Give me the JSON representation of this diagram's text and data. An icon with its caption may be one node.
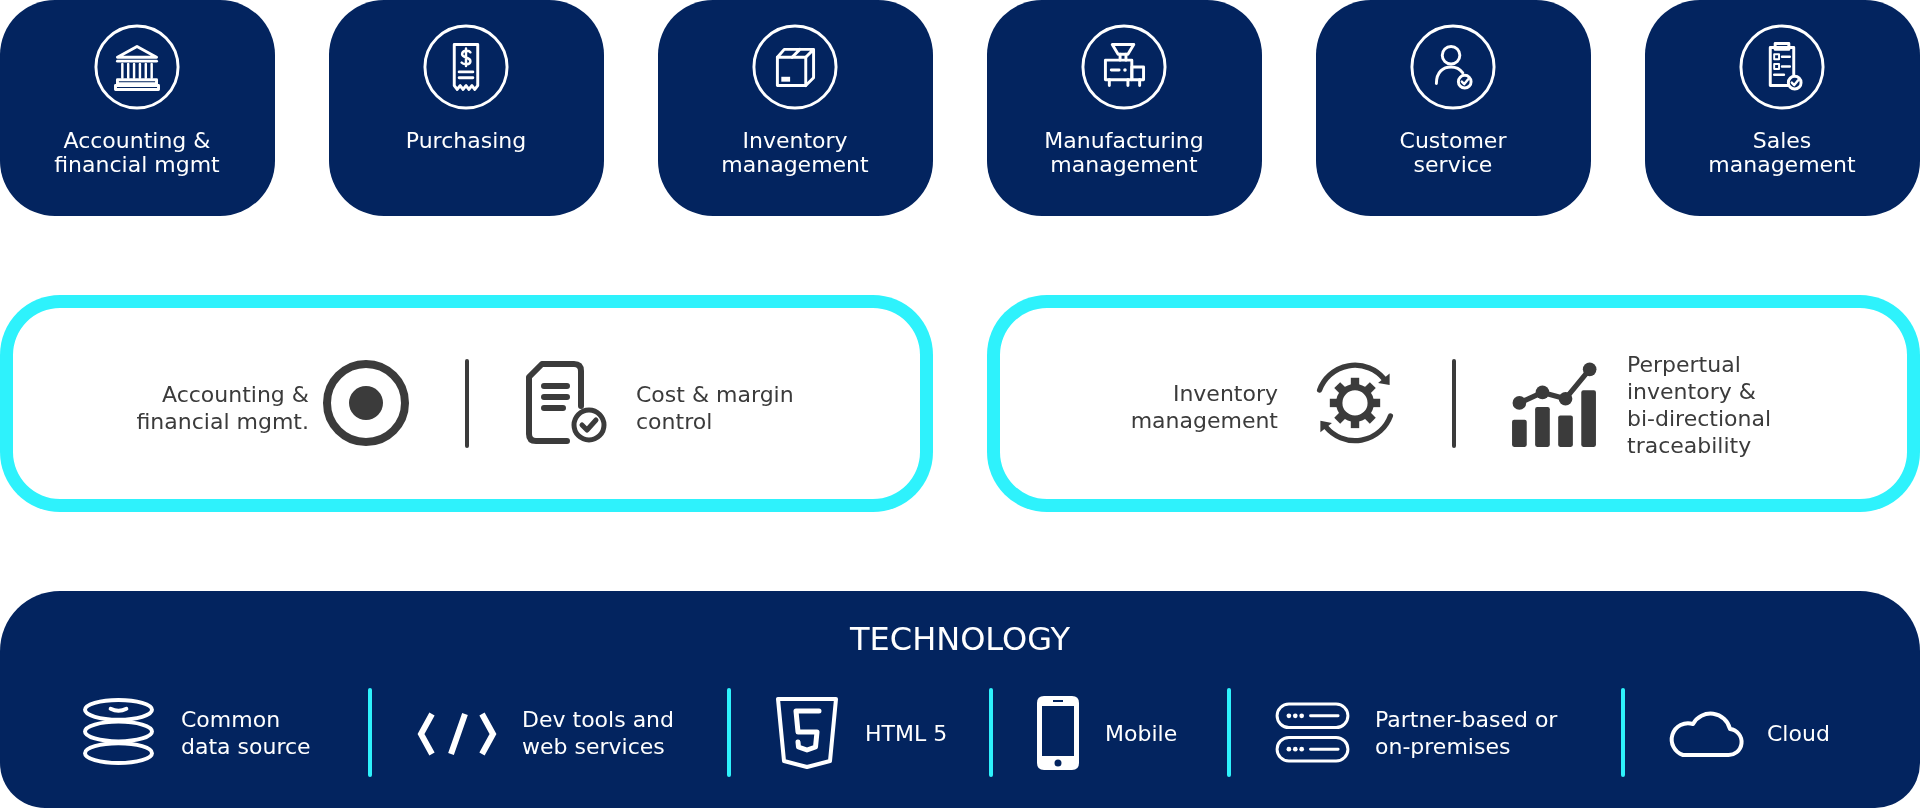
{
  "diagram": {
    "nodes": [
      {
        "text": [
          "Accounting & financial mgmt"
        ]
      },
      {
        "text": [
          "Purchasing"
        ]
      },
      {
        "text": [
          "Inventory management"
        ]
      },
      {
        "text": [
          "Manufacturing management"
        ]
      },
      {
        "text": [
          "Customer service"
        ]
      },
      {
        "text": [
          "Sales management"
        ]
      },
      {
        "text": [
          "Accounting & financial mgmt.",
          "Cost & margin control"
        ]
      },
      {
        "text": [
          "Inventory management",
          "Perpertual inventory & bi-directional traceability"
        ]
      },
      {
        "text": [
          "TECHNOLOGY",
          "Common data source",
          "Dev tools and web services",
          "HTML 5",
          "Mobile",
          "Partner-based or on-premises",
          "Cloud"
        ]
      }
    ]
  }
}
